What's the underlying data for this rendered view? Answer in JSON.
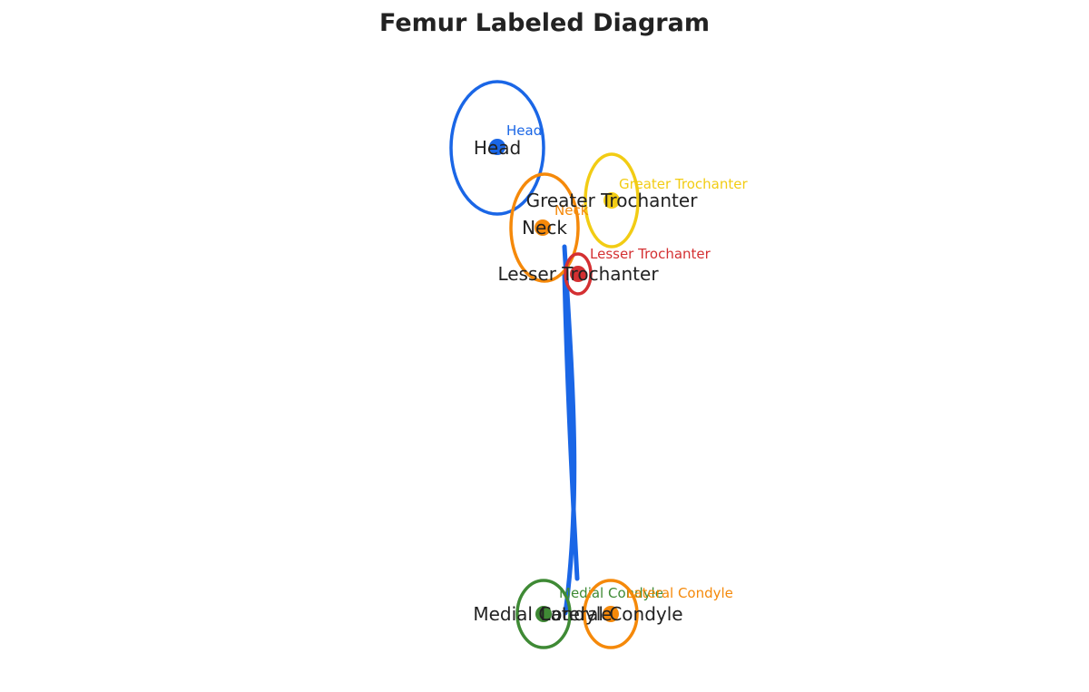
{
  "title": "Femur Labeled Diagram",
  "landmarks": [
    {
      "id": "head",
      "name": "Head",
      "color": "#1a66e6"
    },
    {
      "id": "neck",
      "name": "Neck",
      "color": "#f5890a"
    },
    {
      "id": "greater_trochanter",
      "name": "Greater Trochanter",
      "color": "#f2cc14"
    },
    {
      "id": "lesser_trochanter",
      "name": "Lesser Trochanter",
      "color": "#d43032"
    },
    {
      "id": "medial_condyle",
      "name": "Medial Condyle",
      "color": "#3f8a35"
    },
    {
      "id": "lateral_condyle",
      "name": "Lateral Condyle",
      "color": "#f5890a"
    }
  ],
  "shaft": {
    "color": "#1a66e6"
  }
}
